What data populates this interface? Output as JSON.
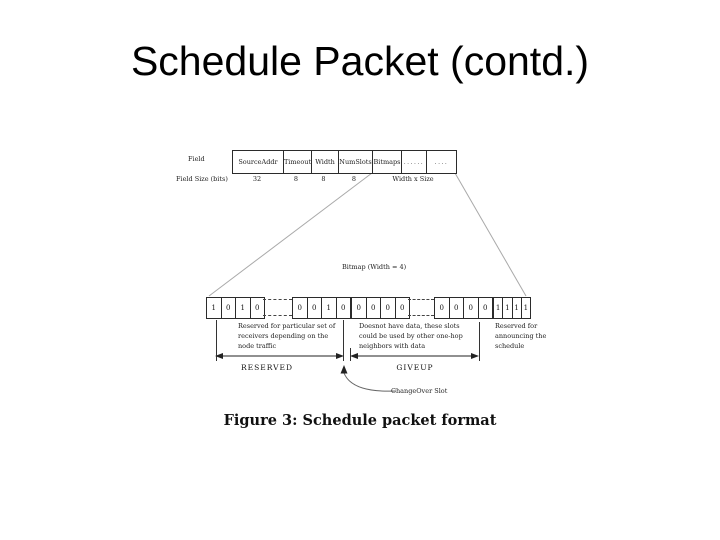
{
  "title": "Schedule Packet (contd.)",
  "figure": {
    "table": {
      "row_label": "Field",
      "size_label": "Field Size (bits)",
      "columns": [
        {
          "name": "SourceAddr",
          "size": "32"
        },
        {
          "name": "Timeout",
          "size": "8"
        },
        {
          "name": "Width",
          "size": "8"
        },
        {
          "name": "NumSlots",
          "size": "8"
        },
        {
          "name": "Bitmaps",
          "size": "Width x Size"
        }
      ],
      "dots1": "......",
      "dots2": "...."
    },
    "bitmap": {
      "label": "Bitmap (Width = 4)",
      "groups": [
        [
          "1",
          "0",
          "1",
          "0"
        ],
        [
          "0",
          "0",
          "1",
          "0"
        ],
        [
          "0",
          "0",
          "0",
          "0"
        ],
        [
          "0",
          "0",
          "0",
          "0"
        ],
        [
          "1",
          "1",
          "1",
          "1"
        ]
      ]
    },
    "notes": {
      "reserved": "Reserved for particular set of receivers depending on the node traffic",
      "giveup": "Doesnot have data, these slots could be used by other one-hop neighbors with data",
      "announce": "Reserved for announcing the schedule"
    },
    "regions": {
      "reserved": "RESERVED",
      "giveup": "GIVEUP"
    },
    "changeover_label": "ChangeOver Slot",
    "caption": "Figure 3: Schedule packet format"
  }
}
